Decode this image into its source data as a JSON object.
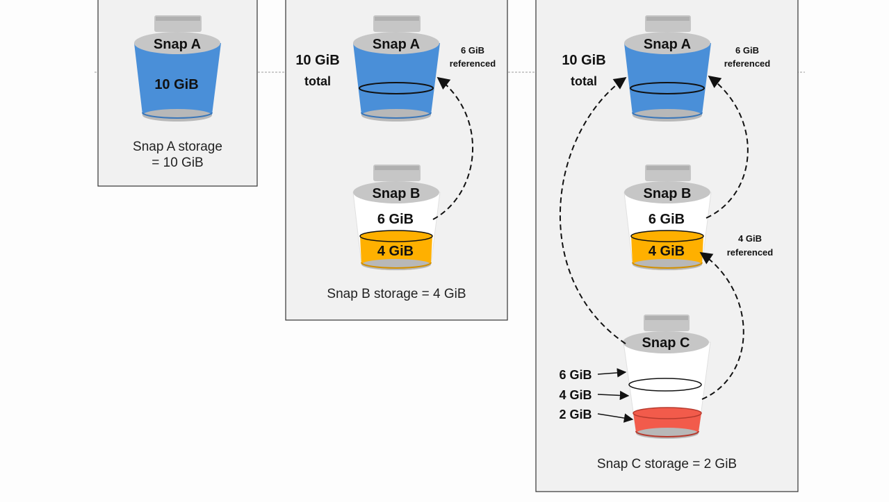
{
  "panel_a": {
    "bucket_label": "Snap A",
    "fill_label": "10 GiB",
    "caption_line1": "Snap A storage",
    "caption_line2": "= 10 GiB"
  },
  "panel_b": {
    "bucket_a_label": "Snap A",
    "total_value": "10 GiB",
    "total_word": "total",
    "ref_line1": "6 GiB",
    "ref_line2": "referenced",
    "bucket_b_label": "Snap B",
    "unchanged_label": "6 GiB",
    "changed_label": "4 GiB",
    "caption": "Snap B storage = 4 GiB"
  },
  "panel_c": {
    "bucket_a_label": "Snap A",
    "total_value": "10 GiB",
    "total_word": "total",
    "ref_a_line1": "6 GiB",
    "ref_a_line2": "referenced",
    "bucket_b_label": "Snap B",
    "unchanged_label": "6 GiB",
    "changed_label": "4 GiB",
    "ref_b_line1": "4 GiB",
    "ref_b_line2": "referenced",
    "bucket_c_label": "Snap C",
    "level_6": "6 GiB",
    "level_4": "4 GiB",
    "level_2": "2 GiB",
    "caption": "Snap C storage = 2 GiB"
  },
  "colors": {
    "blue": "#4a8fd8",
    "orange": "#ffb000",
    "red": "#f25b4b",
    "lid": "#c6c6c6",
    "panel": "#f1f1f1"
  }
}
